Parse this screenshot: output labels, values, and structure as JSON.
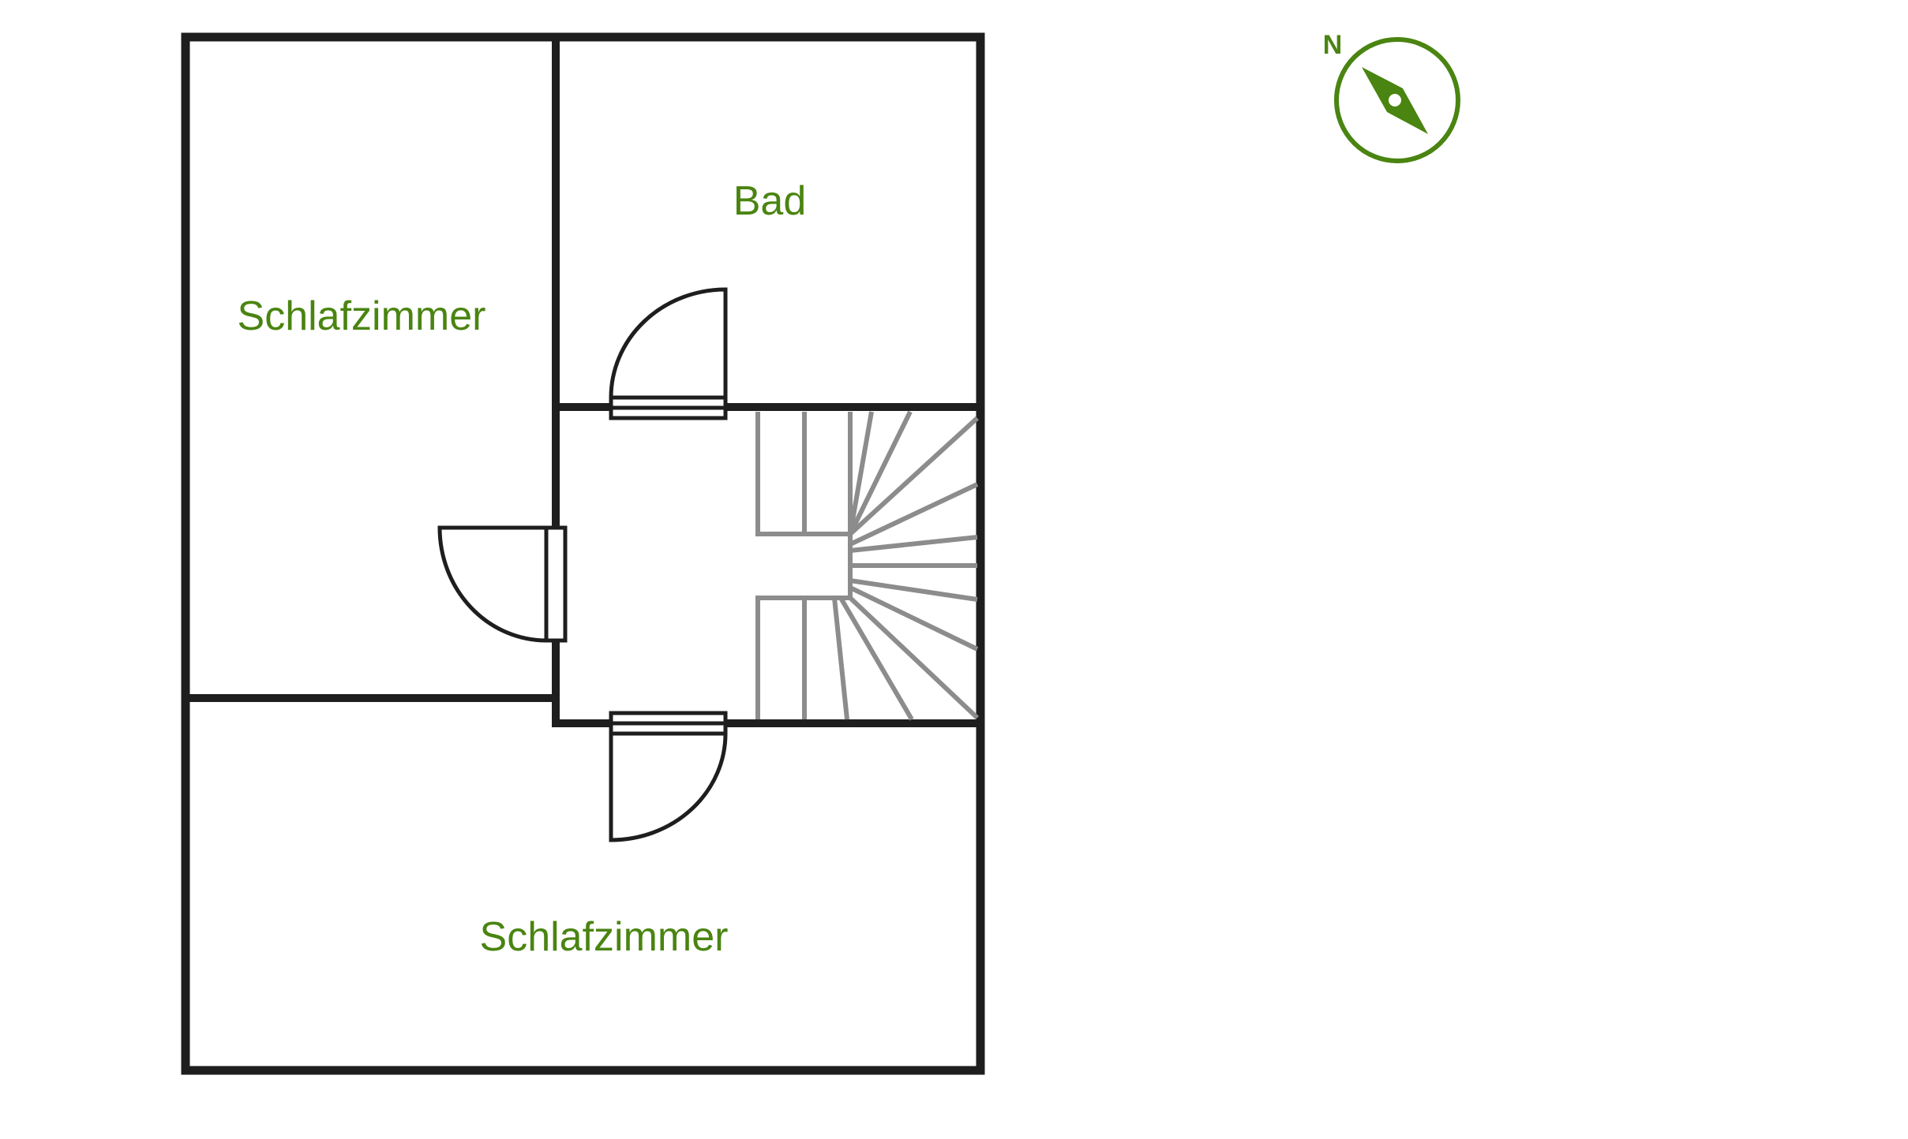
{
  "colors": {
    "wall": "#1e1e1e",
    "label": "#4a8411",
    "stairs": "#8c8c8c",
    "background": "#ffffff"
  },
  "rooms": {
    "bad": {
      "label": "Bad"
    },
    "schlafzimmer_top": {
      "label": "Schlafzimmer"
    },
    "schlafzimmer_bottom": {
      "label": "Schlafzimmer"
    }
  },
  "compass": {
    "north_label": "N",
    "icon": "compass-icon"
  }
}
